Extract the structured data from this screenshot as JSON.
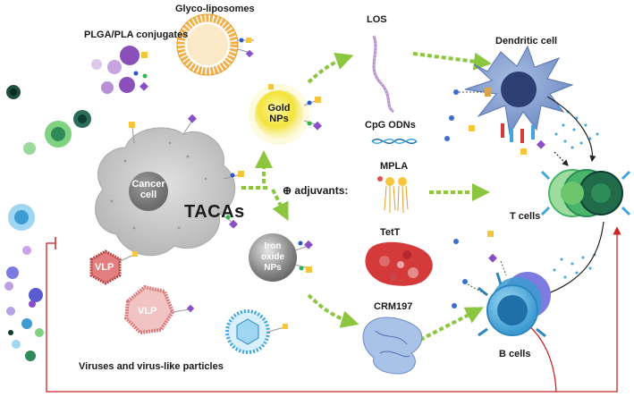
{
  "labels": {
    "glyco_liposomes": "Glyco-liposomes",
    "plga": "PLGA/PLA conjugates",
    "los": "LOS",
    "dendritic": "Dendritic cell",
    "gold_1": "Gold",
    "gold_2": "NPs",
    "cpg": "CpG ODNs",
    "mpla": "MPLA",
    "cancer_1": "Cancer",
    "cancer_2": "cell",
    "tacas": "TACAs",
    "adjuvants": "⊕ adjuvants:",
    "tcells": "T cells",
    "iron_1": "Iron",
    "iron_2": "oxide",
    "iron_3": "NPs",
    "tett": "TetT",
    "vlp_small": "VLP",
    "vlp_large": "VLP",
    "crm197": "CRM197",
    "bcells": "B cells",
    "viruses": "Viruses and virus-like particles"
  },
  "colors": {
    "green_arrow": "#8cc63f",
    "red_line": "#cc2222",
    "cancer_cell": "#c9c9c9",
    "gold": "#f3e33a",
    "dendritic": "#7f9ccf",
    "bcell": "#4aa7d9",
    "tcell": "#48b56b",
    "vlp": "#e6a0a0",
    "liposome": "#f2b14a"
  }
}
